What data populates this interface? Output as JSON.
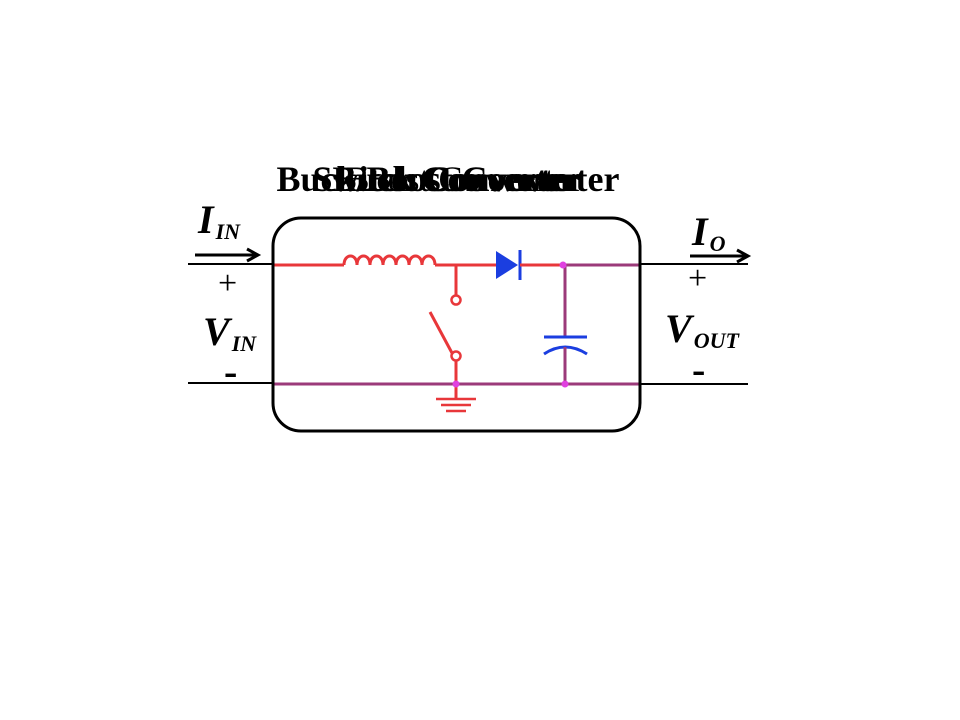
{
  "titles": [
    "Boost Converter",
    "Switch Converter",
    "Buck Converter",
    "Buck/Boost Converter"
  ],
  "input": {
    "current_symbol": "I",
    "current_sub": "IN",
    "plus": "+",
    "voltage_symbol": "V",
    "voltage_sub": "IN",
    "minus": "-"
  },
  "output": {
    "current_symbol": "I",
    "current_sub": "O",
    "plus": "+",
    "voltage_symbol": "V",
    "voltage_sub": "OUT",
    "minus": "-"
  },
  "colors": {
    "wire": "#e8373a",
    "box_border": "#000000",
    "diode": "#1b3ee0",
    "capacitor": "#1b3ee0",
    "junction": "#e040e0",
    "ground_bus": "#9b3a7a"
  }
}
